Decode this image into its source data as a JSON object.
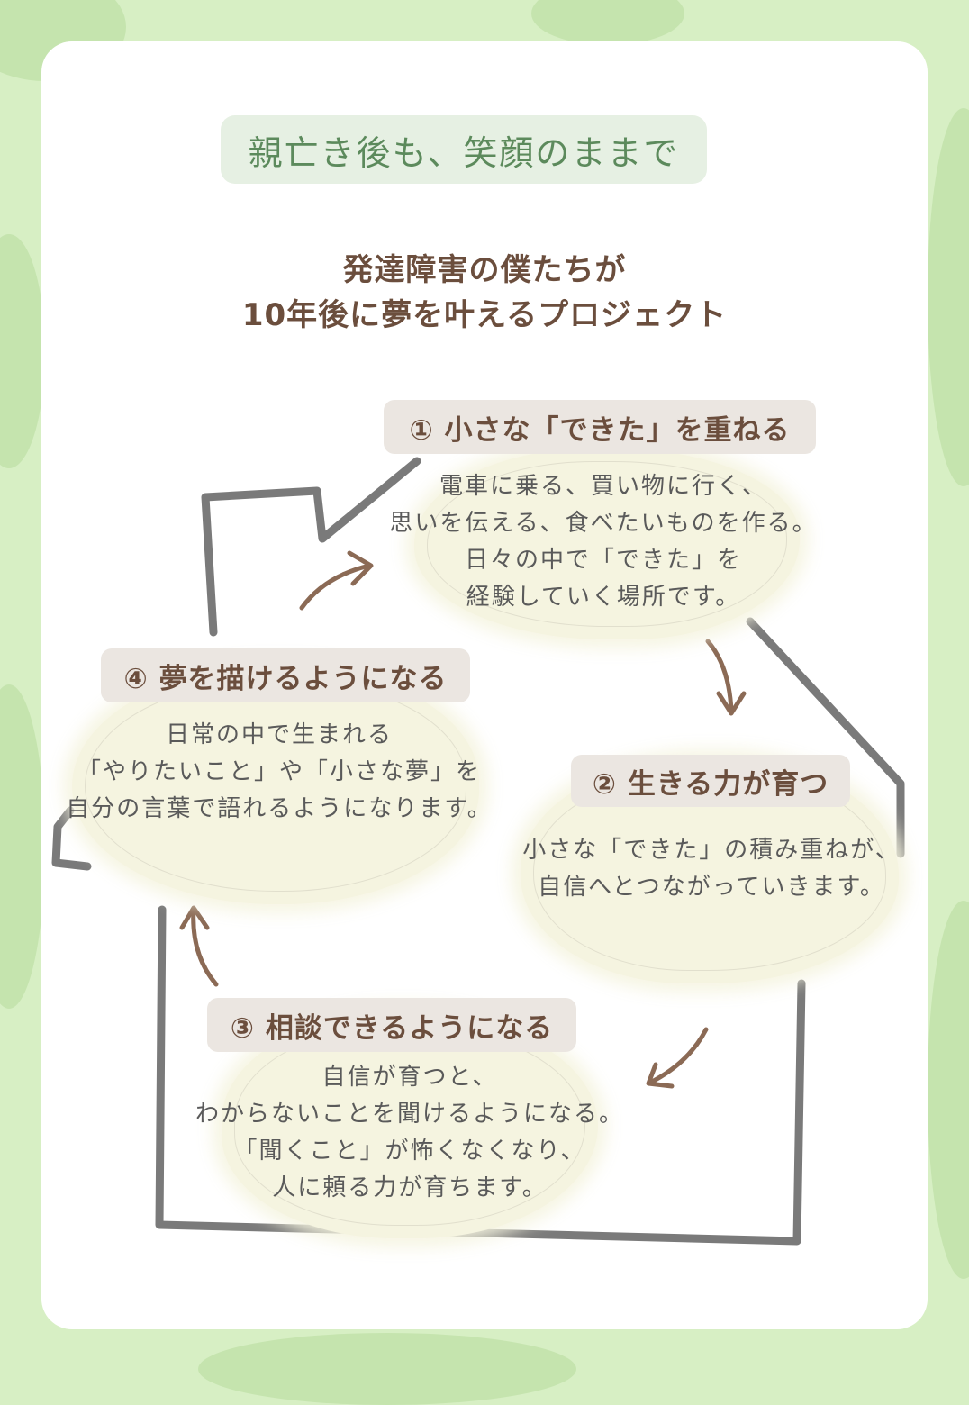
{
  "subtitle": "親亡き後も、笑顔のままで",
  "title": {
    "line1": "発達障害の僕たちが",
    "line2": "10年後に夢を叶えるプロジェクト"
  },
  "steps": [
    {
      "label": "① 小さな「できた」を重ねる",
      "lines": [
        "電車に乗る、買い物に行く、",
        "思いを伝える、食べたいものを作る。",
        "日々の中で「できた」を",
        "経験していく場所です。"
      ]
    },
    {
      "label": "② 生きる力が育つ",
      "lines": [
        "小さな「できた」の積み重ねが、",
        "自信へとつながっていきます。"
      ]
    },
    {
      "label": "③ 相談できるようになる",
      "lines": [
        "自信が育つと、",
        "わからないことを聞けるようになる。",
        "「聞くこと」が怖くなくなり、",
        "人に頼る力が育ちます。"
      ]
    },
    {
      "label": "④ 夢を描けるようになる",
      "lines": [
        "日常の中で生まれる",
        "「やりたいこと」や「小さな夢」を",
        "自分の言葉で語れるようになります。"
      ]
    }
  ],
  "colors": {
    "background": "#d7efc4",
    "card": "#ffffff",
    "subtitle_text": "#5c8a5c",
    "title_text": "#6b4e3d",
    "house_outline": "#7a7a7a",
    "arrow": "#8b6a55",
    "blob": "#f5f4e0"
  },
  "icons": [
    "house-outline-icon",
    "cycle-arrow-icon"
  ]
}
